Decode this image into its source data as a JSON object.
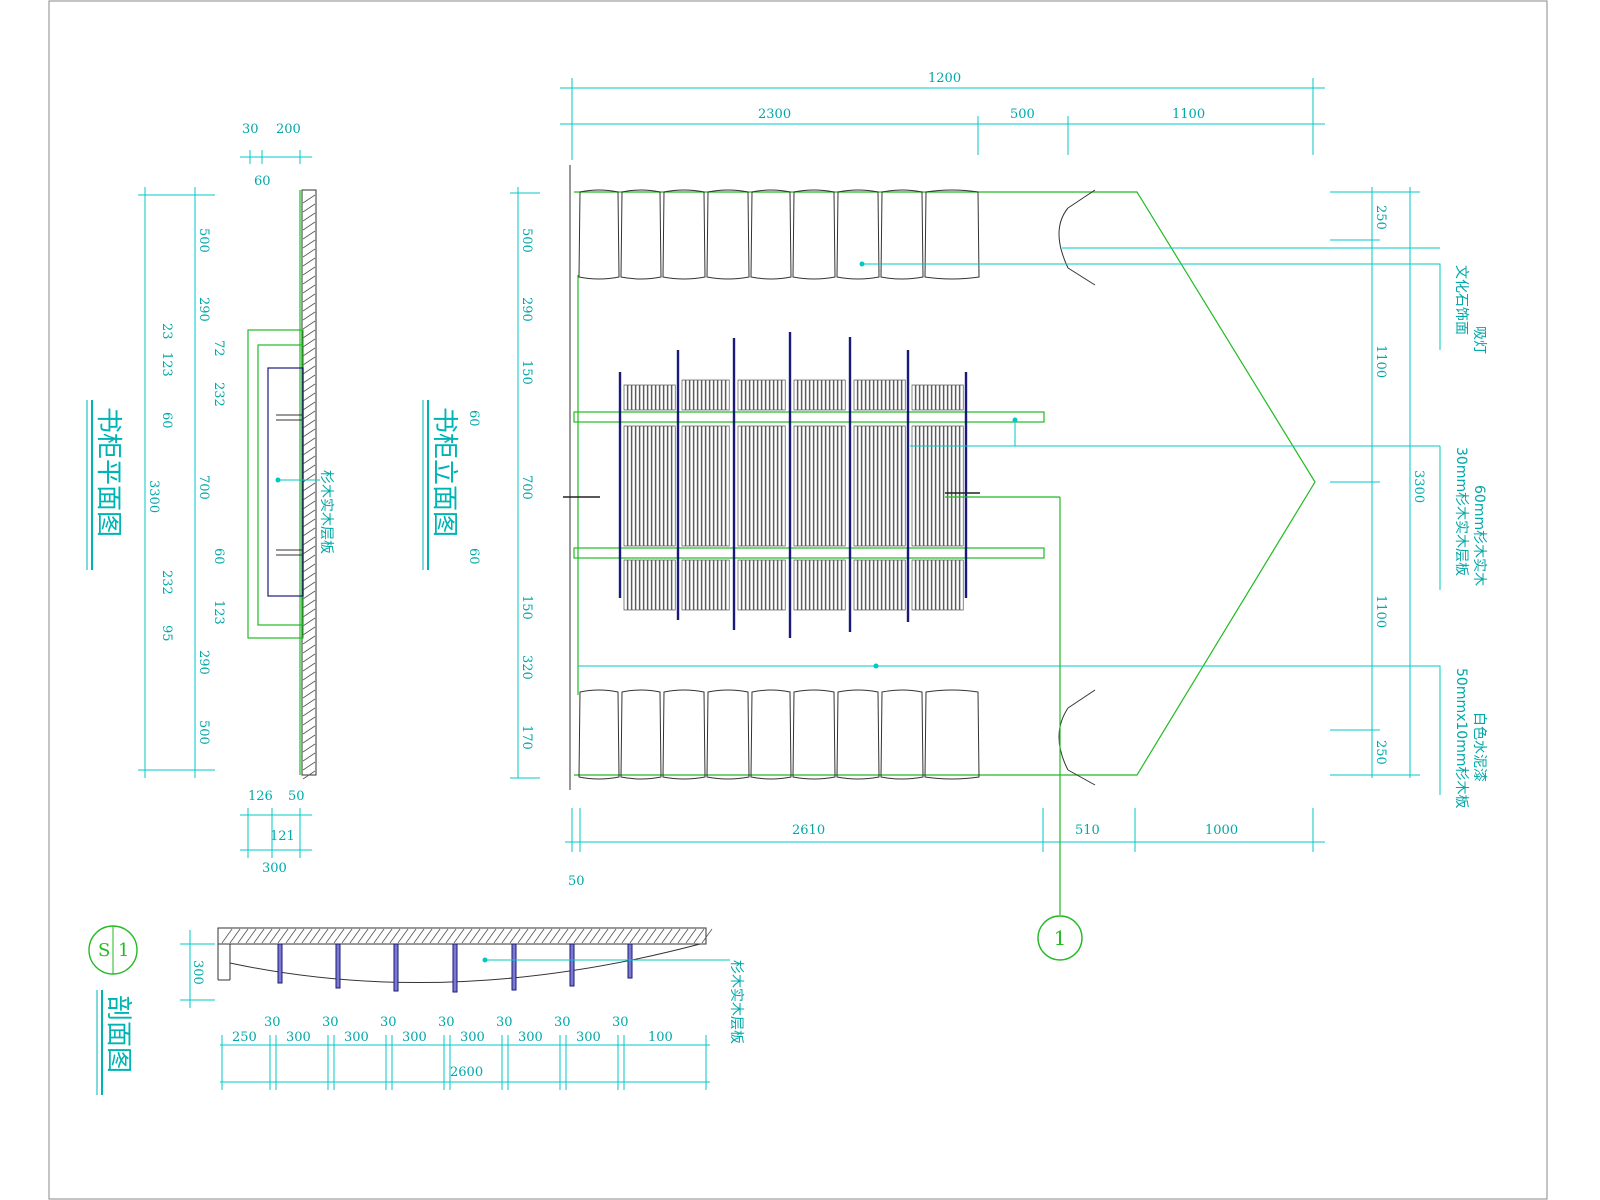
{
  "titles": {
    "plan": "书柜平面图",
    "elevation": "书柜立面图",
    "section": "剖面图"
  },
  "section_marker": {
    "number": "1",
    "sheet": "S",
    "cut_label": "1"
  },
  "notes": {
    "lamp": "吸灯",
    "culture_stone": "文化石饰面",
    "solid_wood": "60mm杉木实木",
    "board30": "30mm杉木实木层板",
    "paint": "白色水泥漆",
    "board50": "50mmx10mm杉木板",
    "plan_board": "杉木实木层板",
    "section_board": "杉木实木层板"
  },
  "dims": {
    "top_total": "1200",
    "top_a": "2300",
    "top_b": "500",
    "top_c": "1100",
    "bot_a": "2610",
    "bot_b": "510",
    "bot_c": "1000",
    "bot_offset": "50",
    "right_a": "250",
    "right_b": "1100",
    "right_c": "1100",
    "right_d": "250",
    "right_total": "3300",
    "el_left": [
      "500",
      "290",
      "150",
      "60",
      "700",
      "60",
      "150",
      "320",
      "170"
    ],
    "plan_top_a": "30",
    "plan_top_b": "200",
    "plan_top_c": "60",
    "plan_total": "3300",
    "plan_left": [
      "500",
      "290",
      "23",
      "123",
      "60",
      "232",
      "95"
    ],
    "plan_right": [
      "72",
      "232",
      "700",
      "60",
      "123",
      "290",
      "500"
    ],
    "plan_bot_a": "126",
    "plan_bot_b": "50",
    "plan_bot_c": "121",
    "plan_bot_d": "300",
    "sec_height": "300",
    "sec_thick": [
      "30",
      "30",
      "30",
      "30",
      "30",
      "30",
      "30"
    ],
    "sec_spans": [
      "250",
      "300",
      "300",
      "300",
      "300",
      "300",
      "300",
      "100"
    ],
    "sec_total": "2600"
  },
  "colors": {
    "dimension": "#00c8c8",
    "outline": "#22bb22",
    "shelf": "#1a1a7a",
    "books": "#333333"
  }
}
